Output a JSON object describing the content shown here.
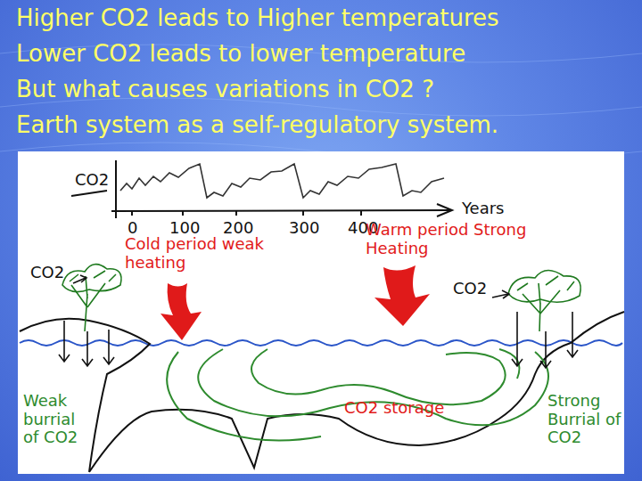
{
  "diagram": {
    "labels": [
      "Higher CO2 leads to Higher temperatures",
      "Lower CO2 leads to lower temperature",
      "But what causes variations in CO2 ?",
      "Earth system as a self-regulatory system.",
      "CO2",
      "0",
      "100",
      "200",
      "300",
      "400",
      "Years",
      "Cold period weak heating",
      "Warm period Strong Heating",
      "CO2",
      "CO2",
      "Weak burrial of CO2",
      "CO2 storage",
      "Strong Burrial of CO2"
    ]
  }
}
